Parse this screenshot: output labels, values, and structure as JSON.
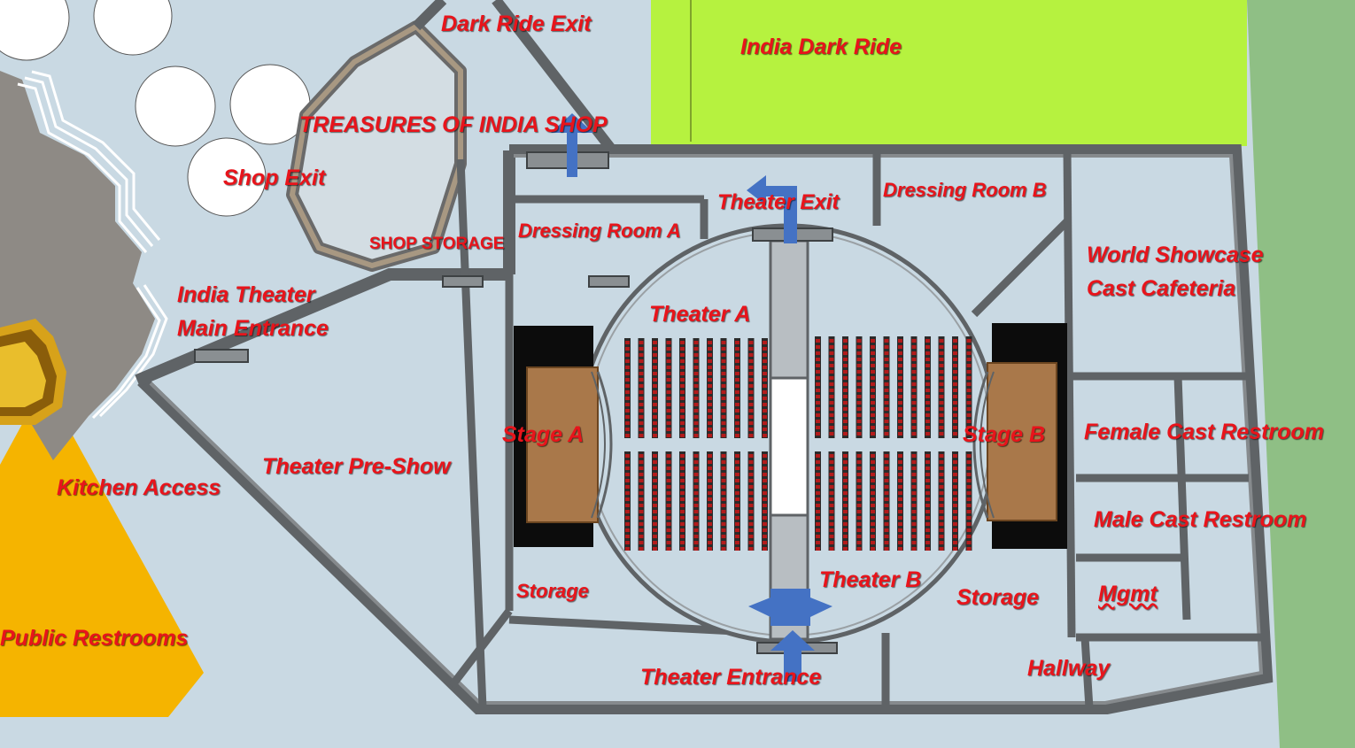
{
  "colors": {
    "floor": "#c9d9e3",
    "wall": "#5f6366",
    "dark_ride": "#b6f23f",
    "restrooms": "#f5b400",
    "grass": "#8fbf85",
    "stage_wood": "#a9784a",
    "stage_back": "#0c0c0c",
    "seat": "#b31b1b",
    "arrow": "#4472c4",
    "label": "#e8141b",
    "temple": "#8e8a85"
  },
  "labels": {
    "dark_ride_exit": "Dark Ride Exit",
    "india_dark_ride": "India Dark Ride",
    "treasures_shop": "TREASURES OF INDIA SHOP",
    "shop_exit": "Shop Exit",
    "shop_storage": "SHOP STORAGE",
    "dressing_room_a": "Dressing Room A",
    "theater_exit": "Theater Exit",
    "dressing_room_b": "Dressing Room B",
    "cafeteria_line1": "World Showcase",
    "cafeteria_line2": "Cast Cafeteria",
    "main_entrance_line1": "India Theater",
    "main_entrance_line2": "Main Entrance",
    "theater_a": "Theater A",
    "stage_a": "Stage A",
    "stage_b": "Stage B",
    "female_restroom": "Female Cast Restroom",
    "theater_preshow": "Theater Pre-Show",
    "kitchen_access": "Kitchen Access",
    "male_restroom": "Male Cast Restroom",
    "theater_b": "Theater B",
    "storage_left": "Storage",
    "storage_right": "Storage",
    "mgmt": "Mgmt",
    "public_restrooms": "Public Restrooms",
    "hallway": "Hallway",
    "theater_entrance": "Theater Entrance"
  }
}
